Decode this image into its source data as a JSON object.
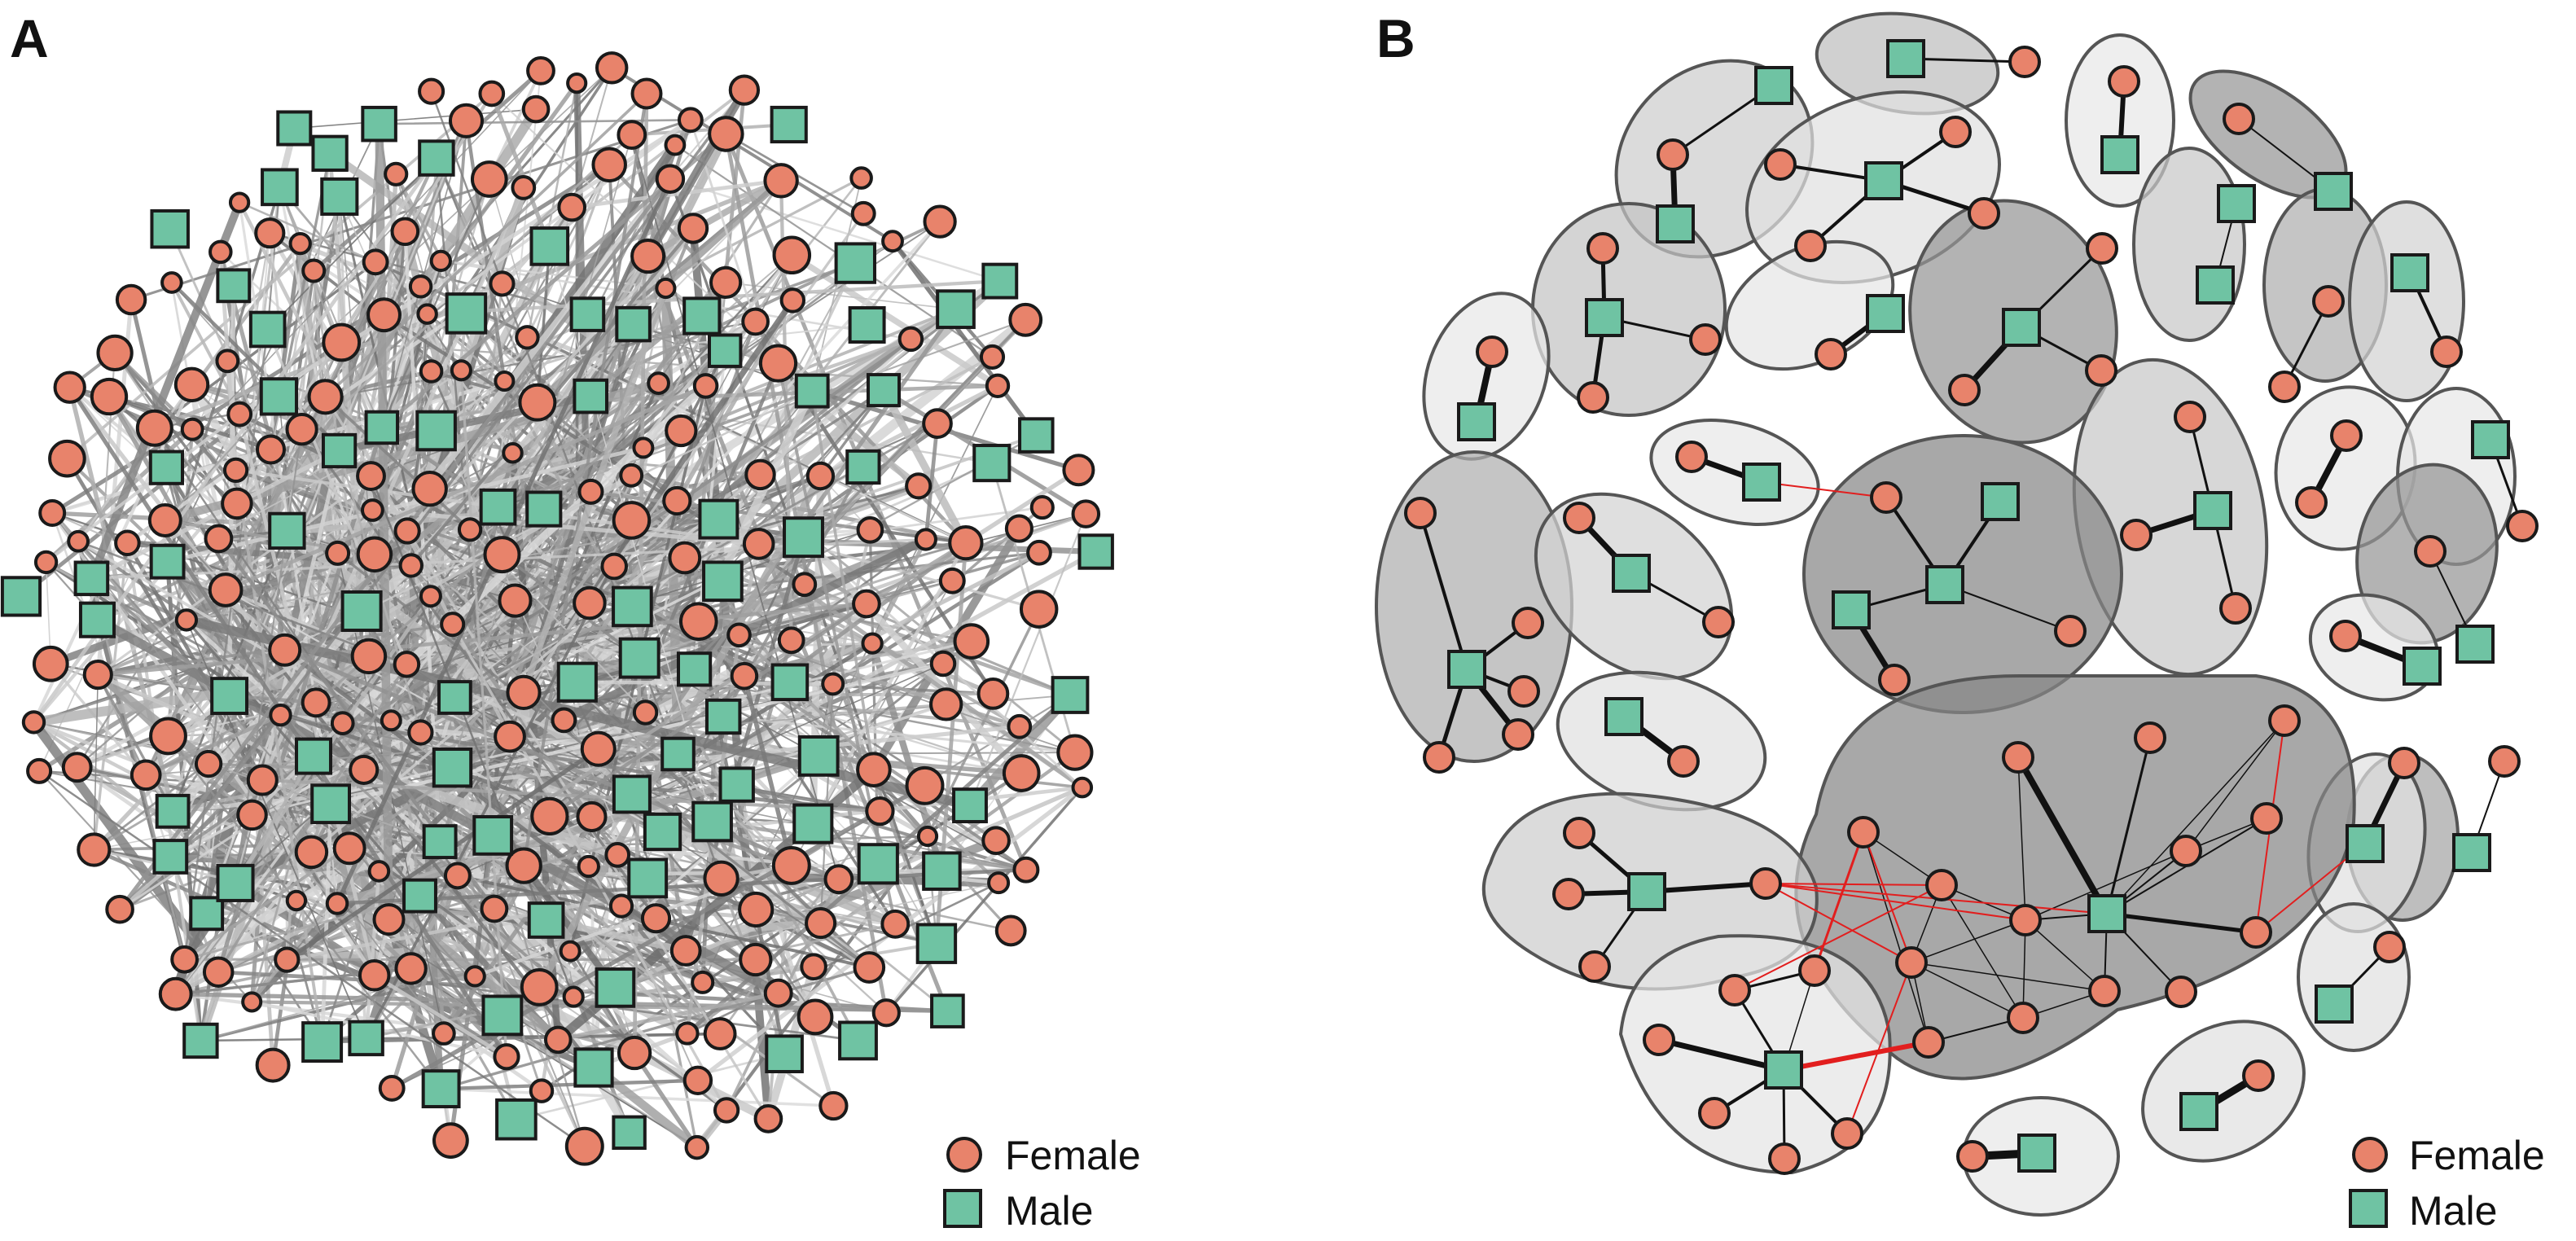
{
  "colors": {
    "female": "#E8836B",
    "male": "#6FC3A3",
    "outline": "#1a1a1a",
    "inter_cluster_edge": "#E21E1E",
    "edge": "#111111"
  },
  "panels": [
    {
      "label": "A",
      "legend": {
        "female": "Female",
        "male": "Male"
      }
    },
    {
      "label": "B",
      "legend": {
        "female": "Female",
        "male": "Male"
      }
    }
  ]
}
